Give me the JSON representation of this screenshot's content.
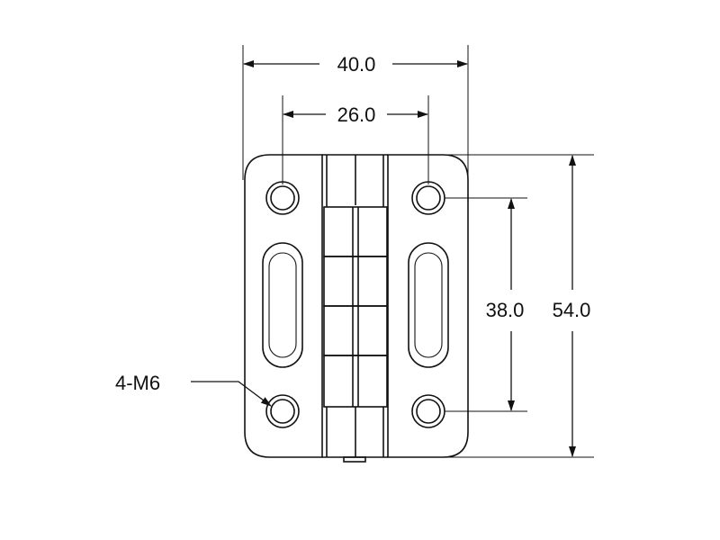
{
  "dimensions": {
    "overall_width": "40.0",
    "hole_spacing_horizontal": "26.0",
    "hole_spacing_vertical": "38.0",
    "overall_height": "54.0"
  },
  "callouts": {
    "holes": "4-M6"
  },
  "colors": {
    "line": "#111111",
    "background": "#ffffff"
  }
}
